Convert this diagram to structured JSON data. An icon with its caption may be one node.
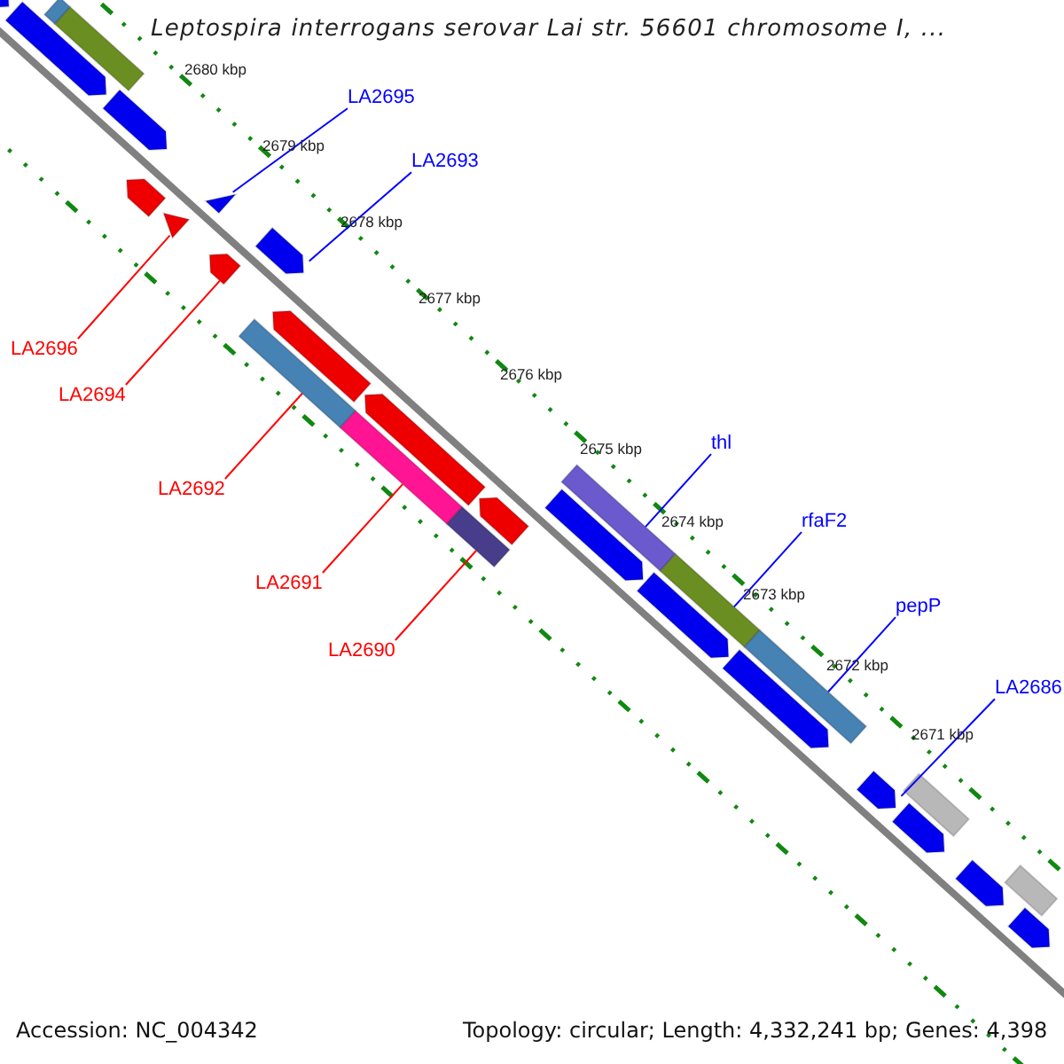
{
  "diagram": {
    "title": "Leptospira interrogans serovar Lai str. 56601 chromosome I, ...",
    "nodes": [
      {
        "text": [
          "LA2695"
        ]
      },
      {
        "text": [
          "LA2693"
        ]
      },
      {
        "text": [
          "LA2696"
        ]
      },
      {
        "text": [
          "LA2694"
        ]
      },
      {
        "text": [
          "thl"
        ]
      },
      {
        "text": [
          "LA2692"
        ]
      },
      {
        "text": [
          "rfaF2"
        ]
      },
      {
        "text": [
          "LA2691"
        ]
      },
      {
        "text": [
          "pepP"
        ]
      },
      {
        "text": [
          "LA2690"
        ]
      },
      {
        "text": [
          "LA2686"
        ]
      },
      {
        "text": [],
        "shape": "arrow"
      },
      {
        "text": [],
        "shape": "bar"
      },
      {
        "text": [],
        "shape": "arrow"
      },
      {
        "text": [],
        "shape": "bar"
      },
      {
        "text": [],
        "shape": "arrow"
      },
      {
        "text": [],
        "shape": "arrow"
      },
      {
        "text": [],
        "shape": "triangle"
      },
      {
        "text": [],
        "shape": "triangle"
      },
      {
        "text": [],
        "shape": "arrow"
      },
      {
        "text": [],
        "shape": "arrow"
      },
      {
        "text": [],
        "shape": "bar"
      },
      {
        "text": [],
        "shape": "arrow"
      },
      {
        "text": [],
        "shape": "arrow"
      },
      {
        "text": [],
        "shape": "bar"
      },
      {
        "text": [],
        "shape": "bar"
      },
      {
        "text": [],
        "shape": "arrow"
      },
      {
        "text": [],
        "shape": "bar"
      },
      {
        "text": [],
        "shape": "arrow"
      },
      {
        "text": [],
        "shape": "arrow"
      },
      {
        "text": [],
        "shape": "bar"
      },
      {
        "text": [],
        "shape": "arrow"
      },
      {
        "text": [],
        "shape": "bar"
      },
      {
        "text": [],
        "shape": "arrow"
      },
      {
        "text": [],
        "shape": "bar"
      },
      {
        "text": [],
        "shape": "arrow"
      },
      {
        "text": [],
        "shape": "arrow"
      },
      {
        "text": [],
        "shape": "bar"
      },
      {
        "text": [],
        "shape": "arrow"
      }
    ],
    "edges": [
      {
        "from": 0,
        "to": 18,
        "arrow": "none",
        "color": "#0000ff"
      },
      {
        "from": 1,
        "to": 20,
        "arrow": "none",
        "color": "#0000ff"
      },
      {
        "from": 2,
        "to": 17,
        "arrow": "none",
        "color": "#ff0000"
      },
      {
        "from": 3,
        "to": 19,
        "arrow": "none",
        "color": "#ff0000"
      },
      {
        "from": 4,
        "to": 27,
        "arrow": "none",
        "color": "#0000ff"
      },
      {
        "from": 5,
        "to": 21,
        "arrow": "none",
        "color": "#ff0000"
      },
      {
        "from": 6,
        "to": 30,
        "arrow": "none",
        "color": "#0000ff"
      },
      {
        "from": 7,
        "to": 24,
        "arrow": "none",
        "color": "#ff0000"
      },
      {
        "from": 8,
        "to": 32,
        "arrow": "none",
        "color": "#0000ff"
      },
      {
        "from": 9,
        "to": 25,
        "arrow": "none",
        "color": "#ff0000"
      },
      {
        "from": 10,
        "to": 33,
        "arrow": "none",
        "color": "#0000ff"
      }
    ],
    "labels": [
      "2680 kbp",
      "2679 kbp",
      "2678 kbp",
      "2677 kbp",
      "2676 kbp",
      "2675 kbp",
      "2674 kbp",
      "2673 kbp",
      "2672 kbp",
      "2671 kbp",
      "Accession: NC_004342",
      "Topology: circular; Length: 4,332,241 bp; Genes: 4,398"
    ]
  }
}
